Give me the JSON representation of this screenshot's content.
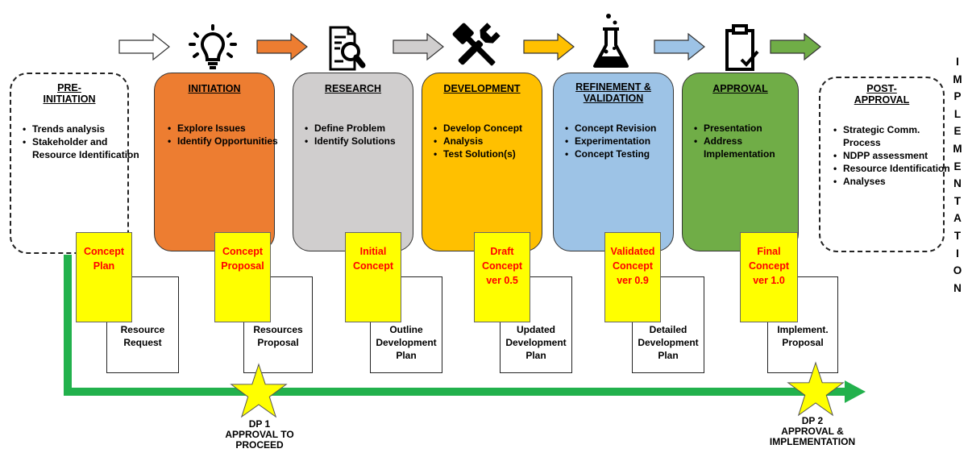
{
  "phases": [
    {
      "title": "PRE-\nINITIATION",
      "items": [
        "Trends analysis",
        "Stakeholder and Resource Identification"
      ]
    },
    {
      "title": "INITIATION",
      "items": [
        "Explore Issues",
        "Identify Opportunities"
      ]
    },
    {
      "title": "RESEARCH",
      "items": [
        "Define Problem",
        "Identify Solutions"
      ]
    },
    {
      "title": "DEVELOPMENT",
      "items": [
        "Develop Concept",
        "Analysis",
        "Test Solution(s)"
      ]
    },
    {
      "title": "REFINEMENT &\nVALIDATION",
      "items": [
        "Concept Revision",
        "Experimentation",
        "Concept Testing"
      ]
    },
    {
      "title": "APPROVAL",
      "items": [
        "Presentation",
        "Address Implementation"
      ]
    },
    {
      "title": "POST-\nAPPROVAL",
      "items": [
        "Strategic Comm. Process",
        "NDPP assessment",
        "Resource Identification",
        "Analyses"
      ]
    }
  ],
  "phase_colors": [
    "#ffffff",
    "#ed7d31",
    "#d0cece",
    "#ffc000",
    "#9dc3e6",
    "#70ad47",
    "#ffffff"
  ],
  "arrow_colors": [
    "#ffffff",
    "#ed7d31",
    "#d0cece",
    "#ffc000",
    "#9dc3e6",
    "#70ad47"
  ],
  "icons": [
    "lightbulb-icon",
    "document-search-icon",
    "tools-icon",
    "flask-icon",
    "clipboard-check-icon"
  ],
  "deliverables": [
    {
      "yellow": "Concept\nPlan",
      "white": "Resource\nRequest"
    },
    {
      "yellow": "Concept\nProposal",
      "white": "Resources\nProposal"
    },
    {
      "yellow": "Initial\nConcept",
      "white": "Outline\nDevelopment\nPlan"
    },
    {
      "yellow": "Draft\nConcept\nver 0.5",
      "white": "Updated\nDevelopment\nPlan"
    },
    {
      "yellow": "Validated\nConcept\nver 0.9",
      "white": "Detailed\nDevelopment\nPlan"
    },
    {
      "yellow": "Final\nConcept\nver 1.0",
      "white": "Implement.\nProposal"
    }
  ],
  "decision_points": [
    {
      "label": "DP 1\nAPPROVAL TO\nPROCEED"
    },
    {
      "label": "DP 2\nAPPROVAL &\nIMPLEMENTATION"
    }
  ],
  "vertical_label": "IMPLEMENTATION",
  "colors": {
    "timeline": "#22b14c",
    "star": "#ffff00",
    "doc_yellow": "#ffff00",
    "doc_text": "#ff0000"
  }
}
